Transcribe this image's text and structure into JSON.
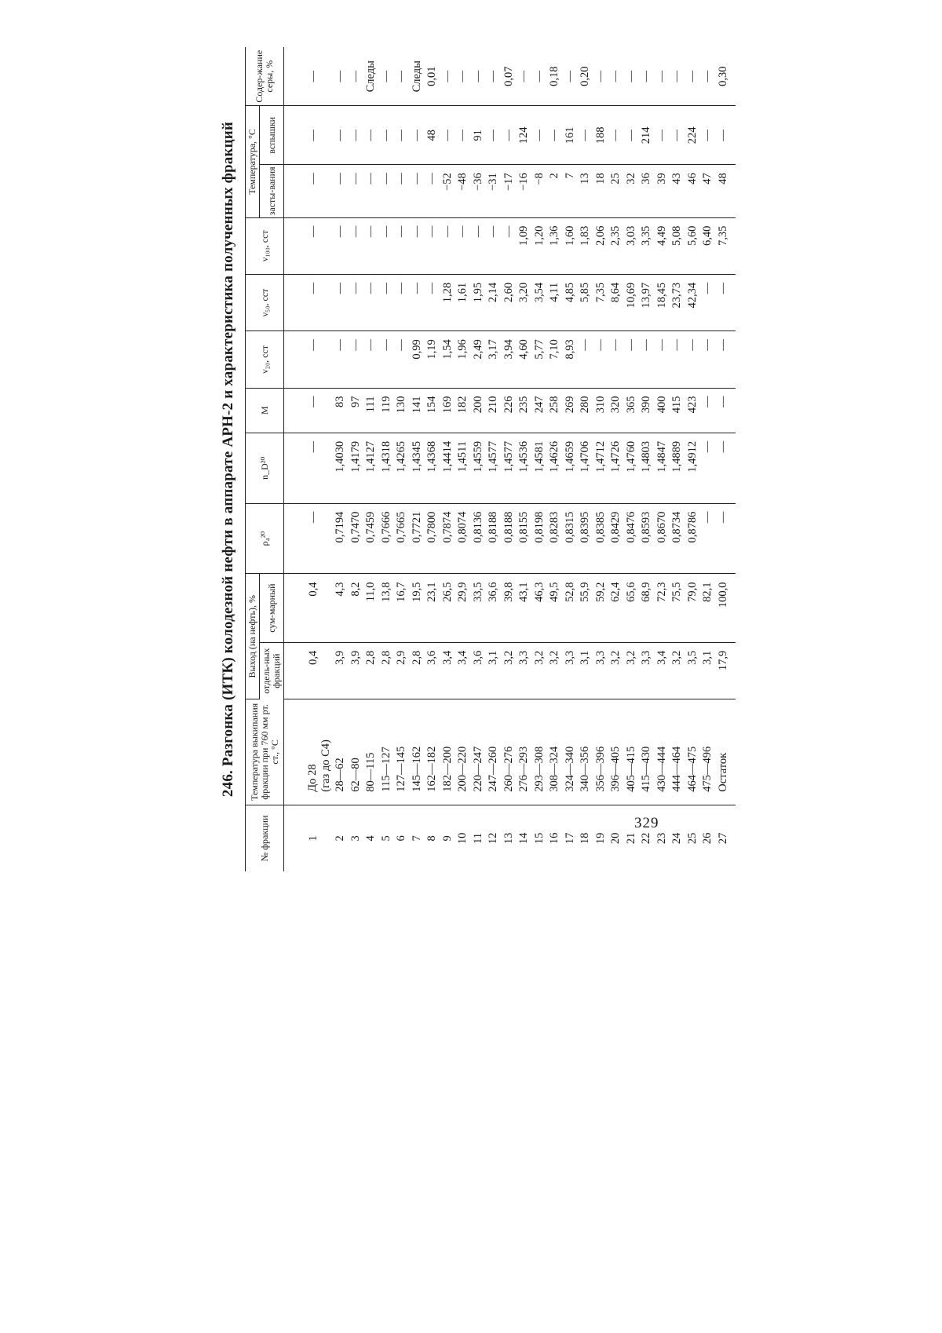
{
  "title": "246. Разгонка (ИТК) колодезной нефти в аппарате АРН-2 и характеристика полученных фракций",
  "page_number": "329",
  "headers": {
    "fraction_no": "№ фракции",
    "boiling_temp": "Температура выкипания фракции при 760 мм рт. ст., °С",
    "yield_group": "Выход (на нефть), %",
    "yield_separate": "отдель-ных фракций",
    "yield_total": "сум-марный",
    "density": "ρ₄²⁰",
    "refraction": "n_D²⁰",
    "molar_mass": "M",
    "v20": "ν₂₀, сст",
    "v50": "ν₅₀, сст",
    "v100": "ν₁₀₀, сст",
    "temp_group": "Температура, °С",
    "pour_point": "засты-вания",
    "flash_point": "вспышки",
    "sulfur": "Содер-жание серы, %"
  },
  "rows": [
    {
      "no": "1",
      "bp": "До 28",
      "bp_note": "(газ до С4)",
      "sep": "0,4",
      "tot": "0,4",
      "rho": "—",
      "nd": "—",
      "m": "—",
      "v20": "—",
      "v50": "—",
      "v100": "—",
      "pour": "—",
      "flash": "—",
      "s": "—"
    },
    {
      "no": "2",
      "bp": "28—62",
      "sep": "3,9",
      "tot": "4,3",
      "rho": "0,7194",
      "nd": "1,4030",
      "m": "83",
      "v20": "—",
      "v50": "—",
      "v100": "—",
      "pour": "—",
      "flash": "—",
      "s": "—"
    },
    {
      "no": "3",
      "bp": "62—80",
      "sep": "3,9",
      "tot": "8,2",
      "rho": "0,7470",
      "nd": "1,4179",
      "m": "97",
      "v20": "—",
      "v50": "—",
      "v100": "—",
      "pour": "—",
      "flash": "—",
      "s": "—"
    },
    {
      "no": "4",
      "bp": "80—115",
      "sep": "2,8",
      "tot": "11,0",
      "rho": "0,7459",
      "nd": "1,4127",
      "m": "111",
      "v20": "—",
      "v50": "—",
      "v100": "—",
      "pour": "—",
      "flash": "—",
      "s": "Следы"
    },
    {
      "no": "5",
      "bp": "115—127",
      "sep": "2,8",
      "tot": "13,8",
      "rho": "0,7666",
      "nd": "1,4318",
      "m": "119",
      "v20": "—",
      "v50": "—",
      "v100": "—",
      "pour": "—",
      "flash": "—",
      "s": "—"
    },
    {
      "no": "6",
      "bp": "127—145",
      "sep": "2,9",
      "tot": "16,7",
      "rho": "0,7665",
      "nd": "1,4265",
      "m": "130",
      "v20": "—",
      "v50": "—",
      "v100": "—",
      "pour": "—",
      "flash": "—",
      "s": "—"
    },
    {
      "no": "7",
      "bp": "145—162",
      "sep": "2,8",
      "tot": "19,5",
      "rho": "0,7721",
      "nd": "1,4345",
      "m": "141",
      "v20": "0,99",
      "v50": "—",
      "v100": "—",
      "pour": "—",
      "flash": "—",
      "s": "Следы"
    },
    {
      "no": "8",
      "bp": "162—182",
      "sep": "3,6",
      "tot": "23,1",
      "rho": "0,7800",
      "nd": "1,4368",
      "m": "154",
      "v20": "1,19",
      "v50": "—",
      "v100": "—",
      "pour": "—",
      "flash": "48",
      "s": "0,01"
    },
    {
      "no": "9",
      "bp": "182—200",
      "sep": "3,4",
      "tot": "26,5",
      "rho": "0,7874",
      "nd": "1,4414",
      "m": "169",
      "v20": "1,54",
      "v50": "1,28",
      "v100": "—",
      "pour": "−52",
      "flash": "—",
      "s": "—"
    },
    {
      "no": "10",
      "bp": "200—220",
      "sep": "3,4",
      "tot": "29,9",
      "rho": "0,8074",
      "nd": "1,4511",
      "m": "182",
      "v20": "1,96",
      "v50": "1,61",
      "v100": "—",
      "pour": "−48",
      "flash": "—",
      "s": "—"
    },
    {
      "no": "11",
      "bp": "220—247",
      "sep": "3,6",
      "tot": "33,5",
      "rho": "0,8136",
      "nd": "1,4559",
      "m": "200",
      "v20": "2,49",
      "v50": "1,95",
      "v100": "—",
      "pour": "−36",
      "flash": "91",
      "s": "—"
    },
    {
      "no": "12",
      "bp": "247—260",
      "sep": "3,1",
      "tot": "36,6",
      "rho": "0,8188",
      "nd": "1,4577",
      "m": "210",
      "v20": "3,17",
      "v50": "2,14",
      "v100": "—",
      "pour": "−31",
      "flash": "—",
      "s": "—"
    },
    {
      "no": "13",
      "bp": "260—276",
      "sep": "3,2",
      "tot": "39,8",
      "rho": "0,8188",
      "nd": "1,4577",
      "m": "226",
      "v20": "3,94",
      "v50": "2,60",
      "v100": "—",
      "pour": "−17",
      "flash": "—",
      "s": "0,07"
    },
    {
      "no": "14",
      "bp": "276—293",
      "sep": "3,3",
      "tot": "43,1",
      "rho": "0,8155",
      "nd": "1,4536",
      "m": "235",
      "v20": "4,60",
      "v50": "3,20",
      "v100": "1,09",
      "pour": "−16",
      "flash": "124",
      "s": "—"
    },
    {
      "no": "15",
      "bp": "293—308",
      "sep": "3,2",
      "tot": "46,3",
      "rho": "0,8198",
      "nd": "1,4581",
      "m": "247",
      "v20": "5,77",
      "v50": "3,54",
      "v100": "1,20",
      "pour": "−8",
      "flash": "—",
      "s": "—"
    },
    {
      "no": "16",
      "bp": "308—324",
      "sep": "3,2",
      "tot": "49,5",
      "rho": "0,8283",
      "nd": "1,4626",
      "m": "258",
      "v20": "7,10",
      "v50": "4,11",
      "v100": "1,36",
      "pour": "2",
      "flash": "—",
      "s": "0,18"
    },
    {
      "no": "17",
      "bp": "324—340",
      "sep": "3,3",
      "tot": "52,8",
      "rho": "0,8315",
      "nd": "1,4659",
      "m": "269",
      "v20": "8,93",
      "v50": "4,85",
      "v100": "1,60",
      "pour": "7",
      "flash": "161",
      "s": "—"
    },
    {
      "no": "18",
      "bp": "340—356",
      "sep": "3,1",
      "tot": "55,9",
      "rho": "0,8395",
      "nd": "1,4706",
      "m": "280",
      "v20": "—",
      "v50": "5,85",
      "v100": "1,83",
      "pour": "13",
      "flash": "—",
      "s": "0,20"
    },
    {
      "no": "19",
      "bp": "356—396",
      "sep": "3,3",
      "tot": "59,2",
      "rho": "0,8385",
      "nd": "1,4712",
      "m": "310",
      "v20": "—",
      "v50": "7,35",
      "v100": "2,06",
      "pour": "18",
      "flash": "188",
      "s": "—"
    },
    {
      "no": "20",
      "bp": "396—405",
      "sep": "3,2",
      "tot": "62,4",
      "rho": "0,8429",
      "nd": "1,4726",
      "m": "320",
      "v20": "—",
      "v50": "8,64",
      "v100": "2,35",
      "pour": "25",
      "flash": "—",
      "s": "—"
    },
    {
      "no": "21",
      "bp": "405—415",
      "sep": "3,2",
      "tot": "65,6",
      "rho": "0,8476",
      "nd": "1,4760",
      "m": "365",
      "v20": "—",
      "v50": "10,69",
      "v100": "3,03",
      "pour": "32",
      "flash": "—",
      "s": "—"
    },
    {
      "no": "22",
      "bp": "415—430",
      "sep": "3,3",
      "tot": "68,9",
      "rho": "0,8593",
      "nd": "1,4803",
      "m": "390",
      "v20": "—",
      "v50": "13,97",
      "v100": "3,35",
      "pour": "36",
      "flash": "214",
      "s": "—"
    },
    {
      "no": "23",
      "bp": "430—444",
      "sep": "3,4",
      "tot": "72,3",
      "rho": "0,8670",
      "nd": "1,4847",
      "m": "400",
      "v20": "—",
      "v50": "18,45",
      "v100": "4,49",
      "pour": "39",
      "flash": "—",
      "s": "—"
    },
    {
      "no": "24",
      "bp": "444—464",
      "sep": "3,2",
      "tot": "75,5",
      "rho": "0,8734",
      "nd": "1,4889",
      "m": "415",
      "v20": "—",
      "v50": "23,73",
      "v100": "5,08",
      "pour": "43",
      "flash": "—",
      "s": "—"
    },
    {
      "no": "25",
      "bp": "464—475",
      "sep": "3,5",
      "tot": "79,0",
      "rho": "0,8786",
      "nd": "1,4912",
      "m": "423",
      "v20": "—",
      "v50": "42,34",
      "v100": "5,60",
      "pour": "46",
      "flash": "224",
      "s": "—"
    },
    {
      "no": "26",
      "bp": "475—496",
      "sep": "3,1",
      "tot": "82,1",
      "rho": "—",
      "nd": "—",
      "m": "—",
      "v20": "—",
      "v50": "—",
      "v100": "6,40",
      "pour": "47",
      "flash": "—",
      "s": "—"
    },
    {
      "no": "27",
      "bp": "Остаток",
      "sep": "17,9",
      "tot": "100,0",
      "rho": "—",
      "nd": "—",
      "m": "—",
      "v20": "—",
      "v50": "—",
      "v100": "7,35",
      "pour": "48",
      "flash": "—",
      "s": "0,30"
    }
  ]
}
